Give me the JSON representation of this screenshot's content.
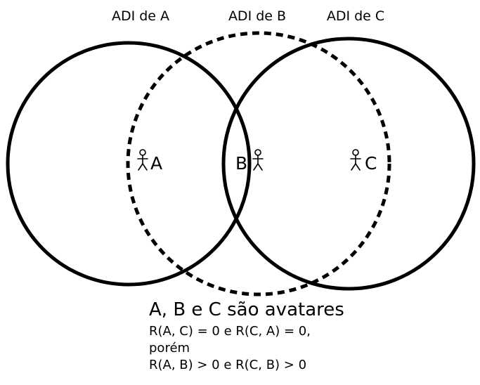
{
  "colors": {
    "stroke": "#000000",
    "background": "#ffffff"
  },
  "aoi_labels": {
    "a": "ADI de A",
    "b": "ADI de B",
    "c": "ADI de C"
  },
  "avatars": {
    "a": "A",
    "b": "B",
    "c": "C"
  },
  "caption": {
    "title": "A, B e C são avatares",
    "line1": "R(A, C) = 0 e R(C, A) = 0,",
    "line2": "porém",
    "line3": "R(A, B) > 0 e R(C, B) > 0"
  }
}
